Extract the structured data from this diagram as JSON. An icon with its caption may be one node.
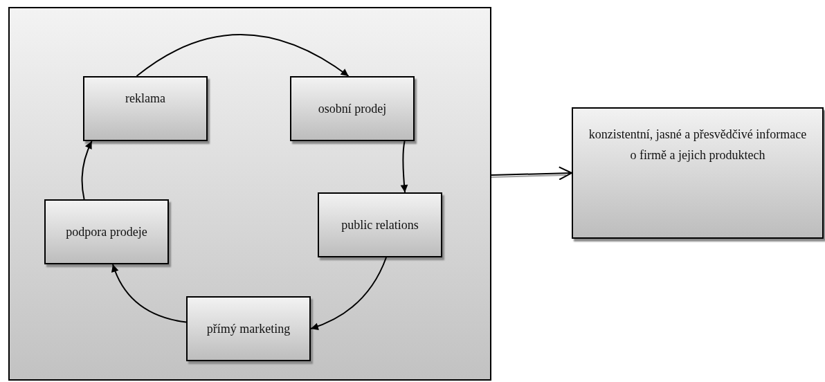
{
  "diagram": {
    "nodes": [
      {
        "text": [],
        "shape": "box"
      },
      {
        "text": [
          "reklama"
        ],
        "in": 0
      },
      {
        "text": [
          "osobní prodej"
        ],
        "in": 0
      },
      {
        "text": [
          "public relations"
        ],
        "in": 0
      },
      {
        "text": [
          "přímý marketing"
        ],
        "in": 0
      },
      {
        "text": [
          "podpora prodeje"
        ],
        "in": 0
      },
      {
        "text": [
          "konzistentní, jasné a přesvědčivé informace o firmě a jejich produktech"
        ]
      }
    ],
    "edges": [
      {
        "from": 1,
        "to": 2,
        "arrow": "to"
      },
      {
        "from": 2,
        "to": 3,
        "arrow": "to"
      },
      {
        "from": 3,
        "to": 4,
        "arrow": "to"
      },
      {
        "from": 4,
        "to": 5,
        "arrow": "to"
      },
      {
        "from": 5,
        "to": 1,
        "arrow": "to"
      },
      {
        "from": 0,
        "to": 6,
        "arrow": "to"
      }
    ]
  }
}
